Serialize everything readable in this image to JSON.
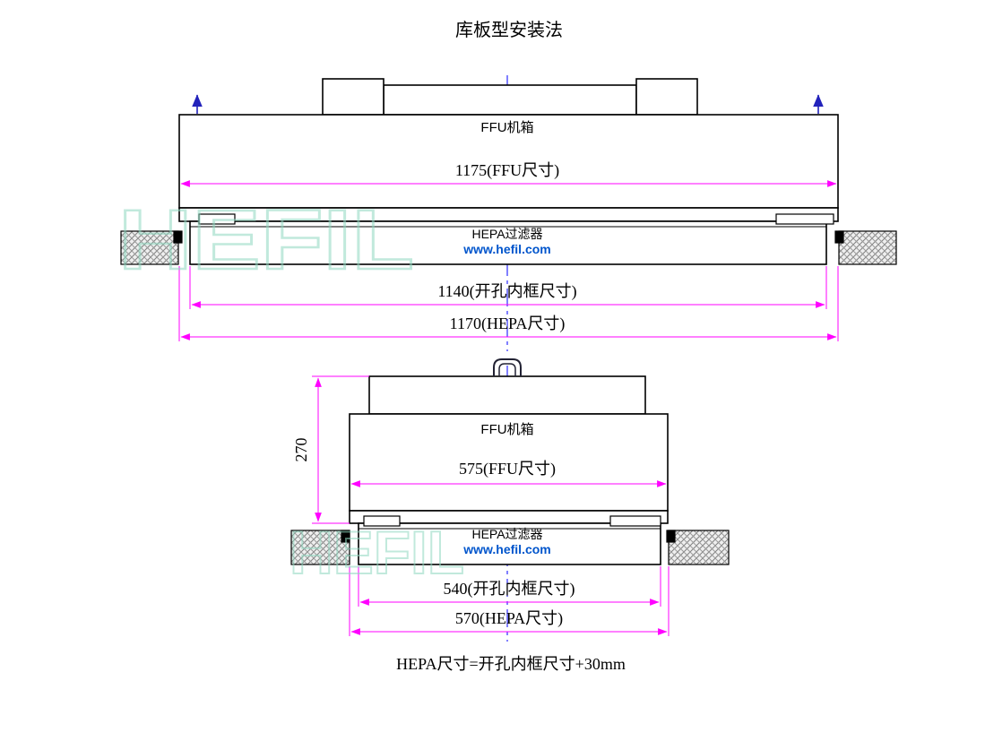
{
  "title": "库板型安装法",
  "watermark_text": "HEFIL",
  "footer_note": "HEPA尺寸=开孔内框尺寸+30mm",
  "top_view": {
    "ffu_label": "FFU机箱",
    "hepa_label": "HEPA过滤器",
    "website": "www.hefil.com",
    "dim_ffu": "1175(FFU尺寸)",
    "dim_opening": "1140(开孔内框尺寸)",
    "dim_hepa": "1170(HEPA尺寸)"
  },
  "front_view": {
    "ffu_label": "FFU机箱",
    "hepa_label": "HEPA过滤器",
    "website": "www.hefil.com",
    "dim_height": "270",
    "dim_ffu": "575(FFU尺寸)",
    "dim_opening": "540(开孔内框尺寸)",
    "dim_hepa": "570(HEPA尺寸)"
  },
  "colors": {
    "dimension_magenta": "#ff00ff",
    "centerline_blue": "#0000ff",
    "link_blue": "#0055cc",
    "watermark_teal": "#8fd8c0",
    "line_black": "#000000"
  }
}
